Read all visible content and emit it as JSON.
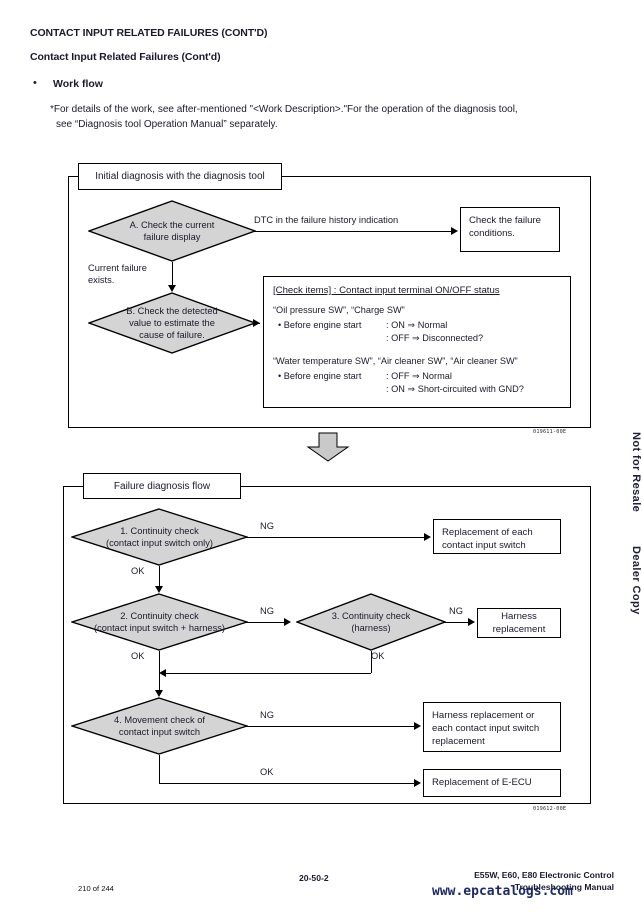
{
  "document": {
    "header_title": "CONTACT INPUT RELATED FAILURES (CONT'D)",
    "section_title": "Contact Input Related Failures (Cont'd)",
    "bullet_symbol": "•",
    "bullet_label": "Work flow",
    "note_line1": "*For details of the work, see after-mentioned \"<Work Description>.\"For the operation of the diagnosis tool,",
    "note_line2": "see “Diagnosis tool Operation Manual” separately."
  },
  "colors": {
    "diamond_fill": "#d4d4d4",
    "line": "#000000",
    "text": "#1a1a2e",
    "watermark": "#1c2a6b"
  },
  "flow1": {
    "frame_title": "Initial diagnosis with the diagnosis tool",
    "figure_id": "019611-00E",
    "nodes": {
      "a": {
        "line1": "A. Check the current",
        "line2": "failure display"
      },
      "b": {
        "line1": "B. Check the detected",
        "line2": "value to estimate the",
        "line3": "cause of failure."
      },
      "result": {
        "line1": "Check the failure",
        "line2": "conditions."
      }
    },
    "edges": {
      "dtc": "DTC in the failure history indication",
      "current_failure_l1": "Current failure",
      "current_failure_l2": "exists."
    },
    "check_items": {
      "heading": "[Check items] : Contact input terminal ON/OFF status",
      "group1_title": "“Oil pressure SW”, “Charge SW”",
      "group1_rows": [
        {
          "label": "• Before engine start",
          "value": ": ON  ⇒ Normal"
        },
        {
          "label": "",
          "value": ": OFF ⇒ Disconnected?"
        }
      ],
      "group2_title": "“Water temperature SW”, “Air cleaner SW”, “Air cleaner SW”",
      "group2_rows": [
        {
          "label": "• Before engine start",
          "value": ": OFF ⇒ Normal"
        },
        {
          "label": "",
          "value": ": ON  ⇒ Short-circuited with GND?"
        }
      ]
    }
  },
  "flow2": {
    "frame_title": "Failure diagnosis flow",
    "figure_id": "019612-00E",
    "nodes": {
      "n1": {
        "line1": "1. Continuity check",
        "line2": "(contact input switch only)"
      },
      "n2": {
        "line1": "2. Continuity check",
        "line2": "(contact input switch + harness)"
      },
      "n3": {
        "line1": "3. Continuity check",
        "line2": "(harness)"
      },
      "n4": {
        "line1": "4. Movement check of",
        "line2": "contact input switch"
      }
    },
    "results": {
      "r1": {
        "line1": "Replacement of each",
        "line2": "contact input switch"
      },
      "r2": {
        "line1": "Harness",
        "line2": "replacement"
      },
      "r3": {
        "line1": "Harness replacement or",
        "line2": "each contact input switch",
        "line3": "replacement"
      },
      "r4": {
        "line1": "Replacement of E-ECU"
      }
    },
    "labels": {
      "ng1": "NG",
      "ok1": "OK",
      "ng2": "NG",
      "ok2": "OK",
      "ng3": "NG",
      "ok3": "OK",
      "ng4": "NG",
      "ok4": "OK"
    }
  },
  "side_text": {
    "upper": "Not for Resale",
    "lower": "Dealer Copy"
  },
  "footer": {
    "page_of": "210 of 244",
    "center": "20-50-2",
    "right_line1": "E55W, E60, E80 Electronic Control",
    "right_line2": "Troubleshooting Manual",
    "watermark": "www.epcatalogs.com"
  }
}
